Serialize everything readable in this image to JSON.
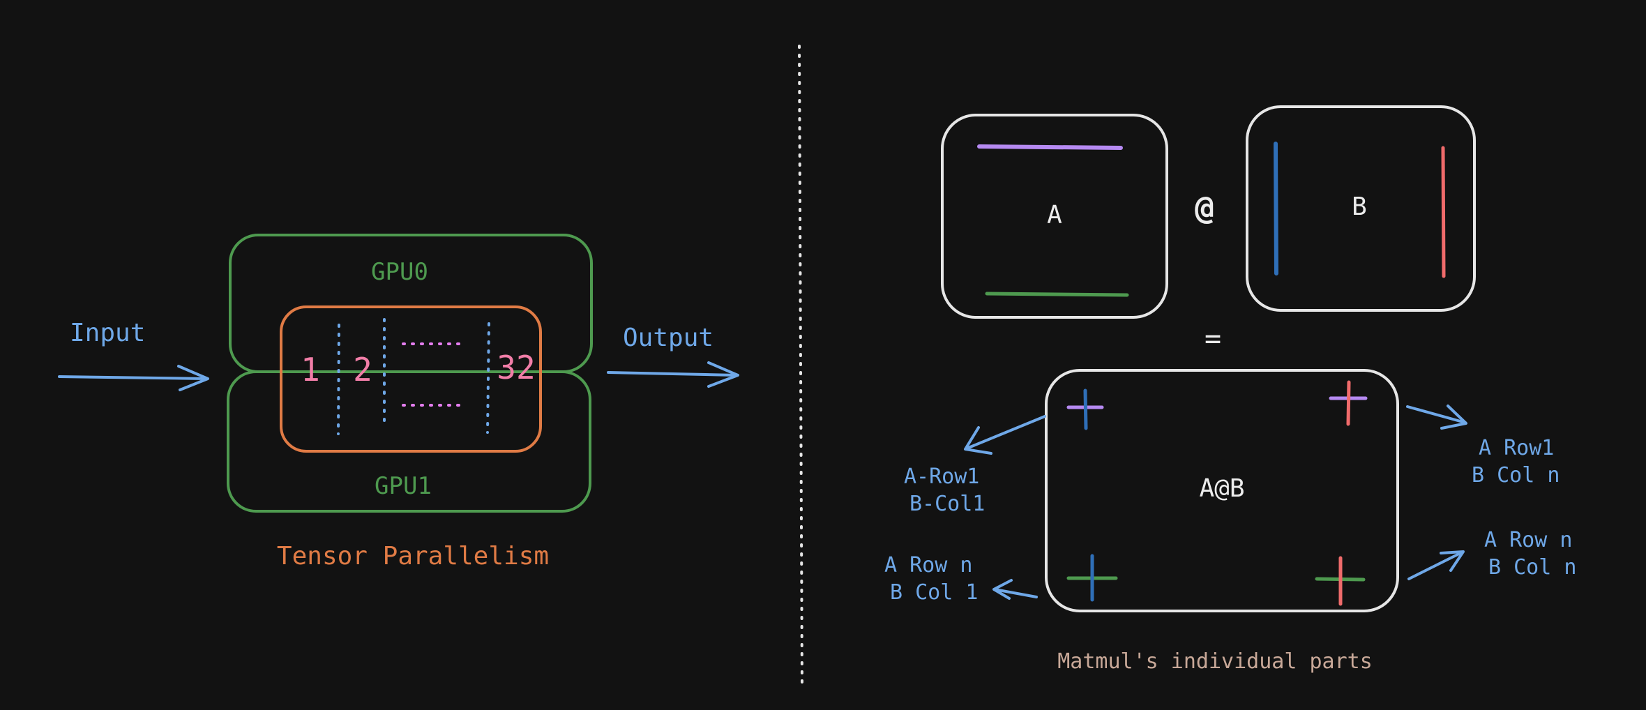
{
  "tensor_parallelism": {
    "input_label": "Input",
    "output_label": "Output",
    "gpu0_label": "GPU0",
    "gpu1_label": "GPU1",
    "shard_labels": [
      "1",
      "2",
      "32"
    ],
    "caption": "Tensor Parallelism"
  },
  "matmul": {
    "matrix_a_label": "A",
    "matrix_b_label": "B",
    "operator": "@",
    "equals": "=",
    "result_label": "A@B",
    "callouts": {
      "top_left": [
        "A-Row1",
        "B-Col1"
      ],
      "top_right": [
        "A Row1",
        "B Col n"
      ],
      "bottom_left": [
        "A Row n",
        "B Col 1"
      ],
      "bottom_right": [
        "A Row n",
        "B Col n"
      ]
    },
    "caption": "Matmul's individual parts"
  },
  "colors": {
    "background": "#121212",
    "blue": "#6fa8e8",
    "green": "#4e9a4f",
    "orange": "#e07b45",
    "pink": "#f27ea8",
    "purple": "#b68af2",
    "red": "#f06b6b",
    "dark_blue": "#2f6fb8",
    "white": "#ececec",
    "caption_tan": "#c8a898"
  }
}
